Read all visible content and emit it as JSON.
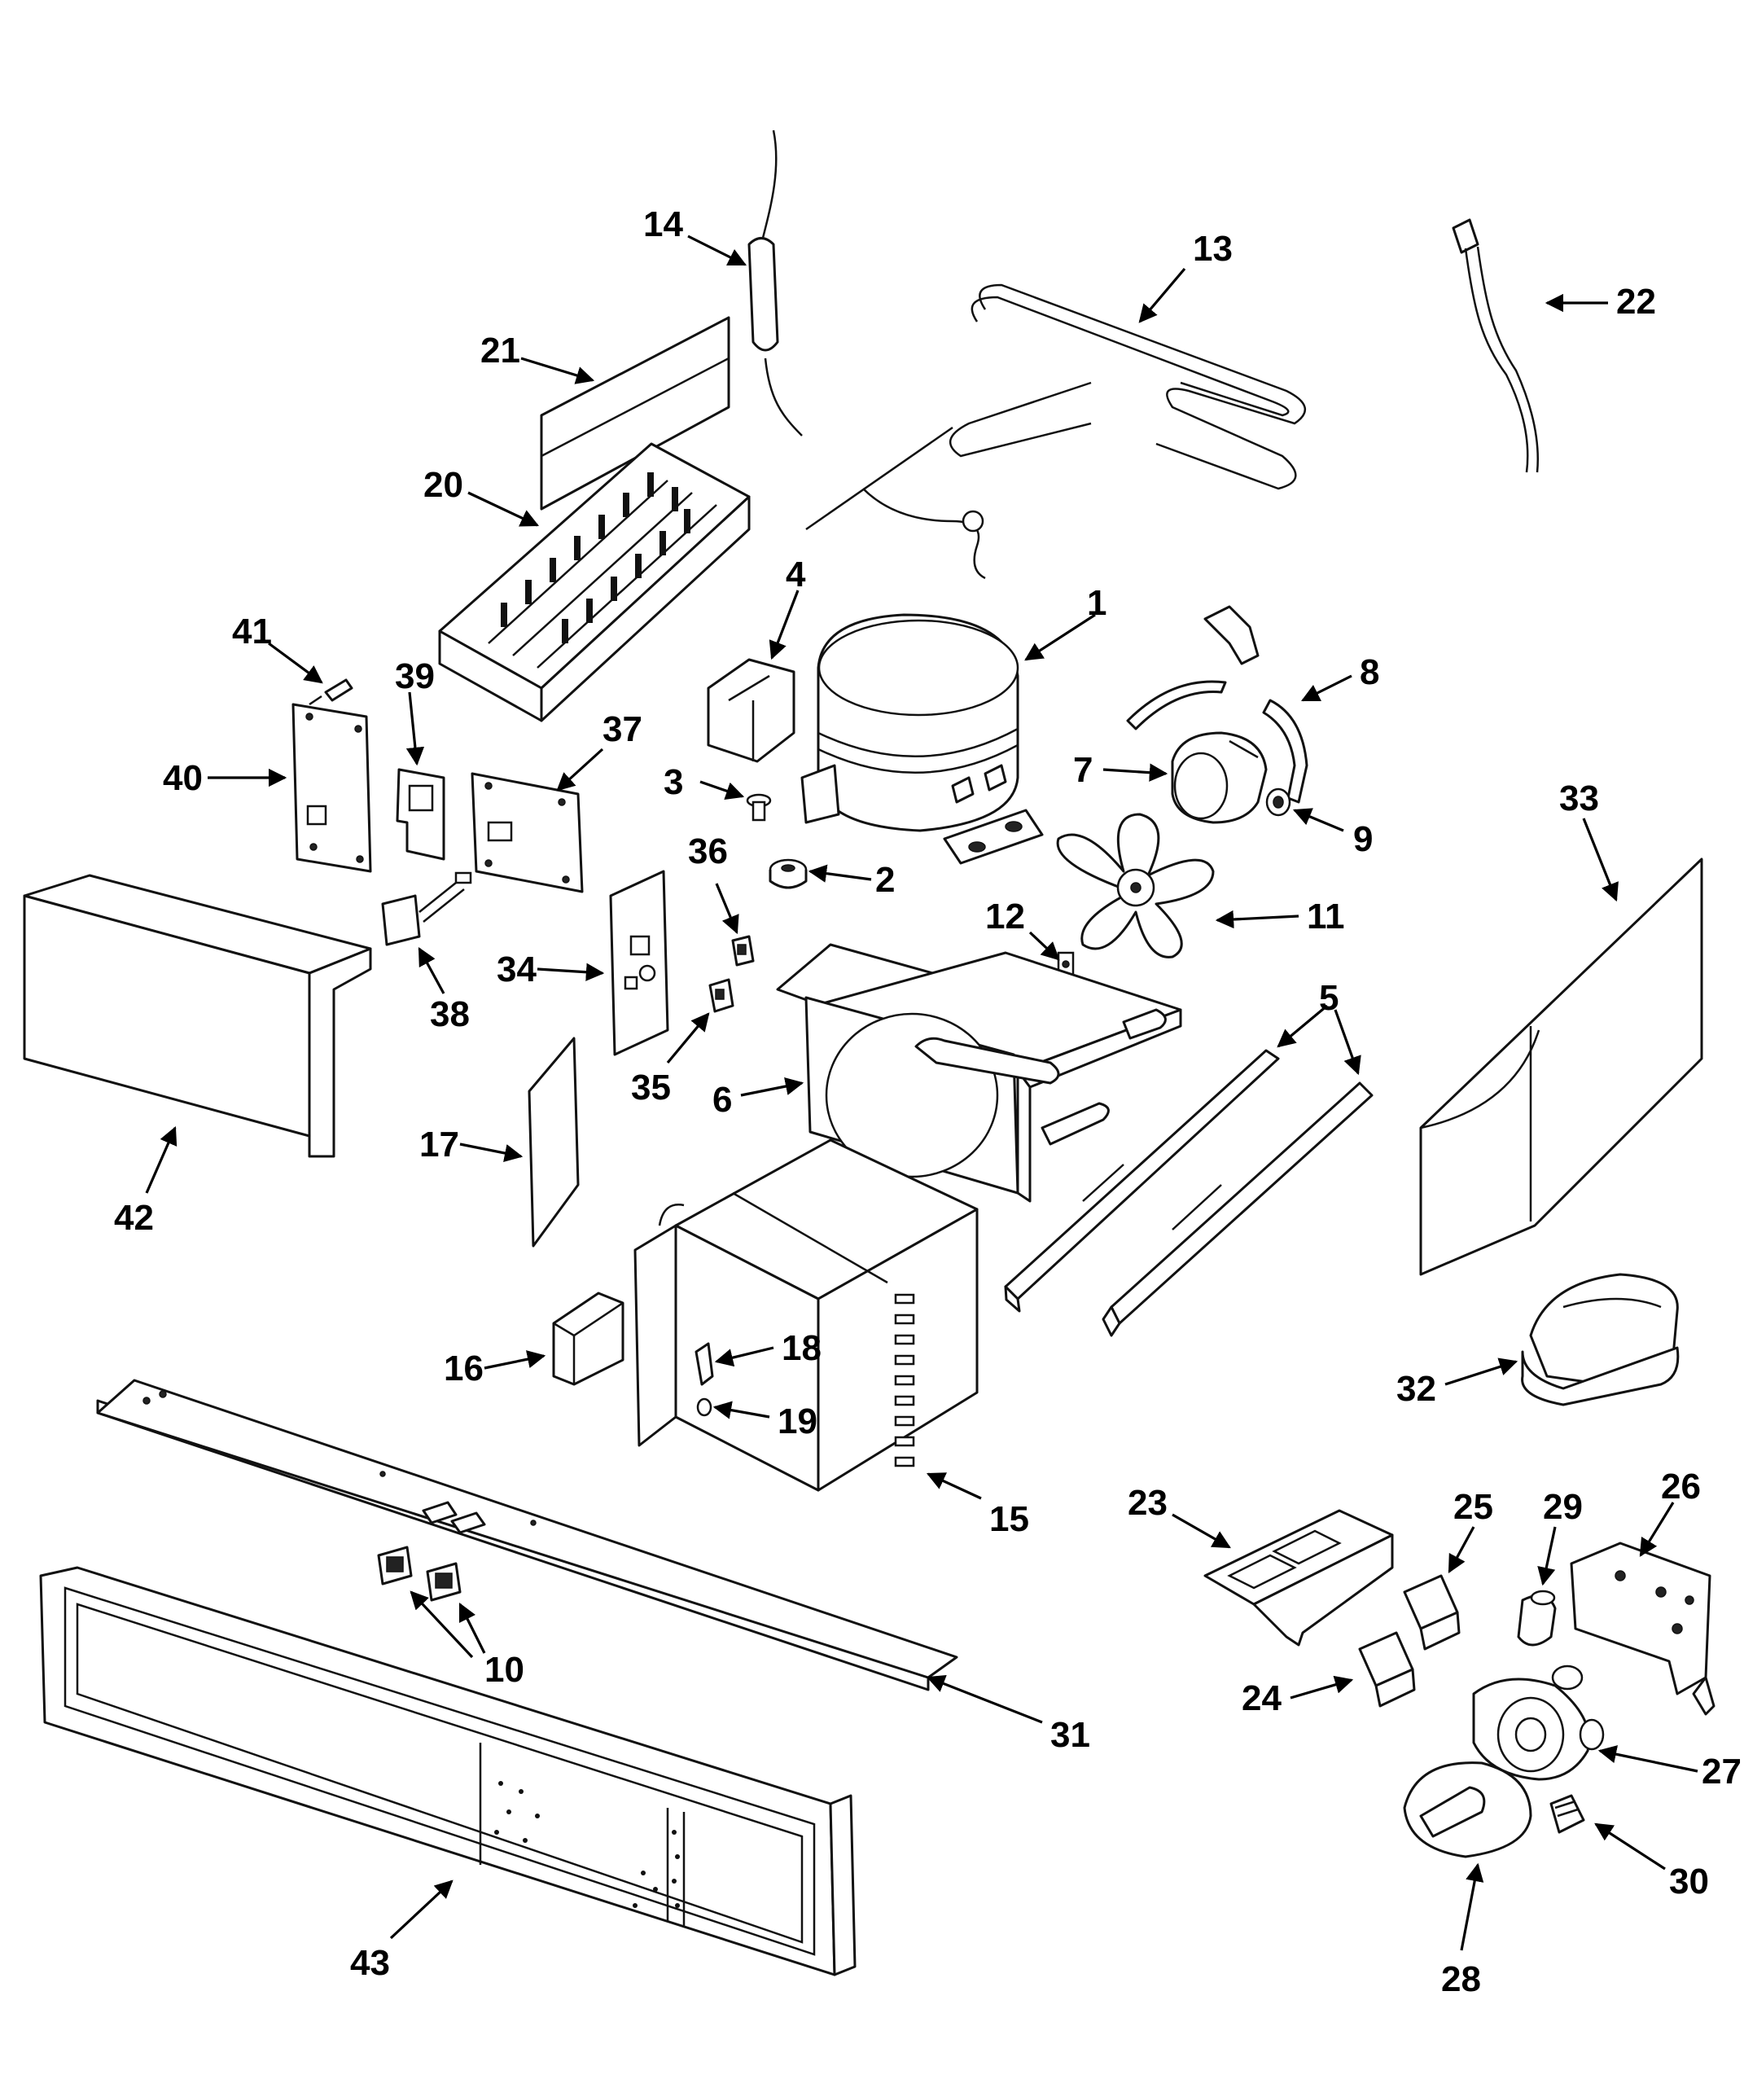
{
  "callouts": [
    {
      "id": "1",
      "label": "1"
    },
    {
      "id": "2",
      "label": "2"
    },
    {
      "id": "3",
      "label": "3"
    },
    {
      "id": "4",
      "label": "4"
    },
    {
      "id": "5",
      "label": "5"
    },
    {
      "id": "6",
      "label": "6"
    },
    {
      "id": "7",
      "label": "7"
    },
    {
      "id": "8",
      "label": "8"
    },
    {
      "id": "9",
      "label": "9"
    },
    {
      "id": "10",
      "label": "10"
    },
    {
      "id": "11",
      "label": "11"
    },
    {
      "id": "12",
      "label": "12"
    },
    {
      "id": "13",
      "label": "13"
    },
    {
      "id": "14",
      "label": "14"
    },
    {
      "id": "15",
      "label": "15"
    },
    {
      "id": "16",
      "label": "16"
    },
    {
      "id": "17",
      "label": "17"
    },
    {
      "id": "18",
      "label": "18"
    },
    {
      "id": "19",
      "label": "19"
    },
    {
      "id": "20",
      "label": "20"
    },
    {
      "id": "21",
      "label": "21"
    },
    {
      "id": "22",
      "label": "22"
    },
    {
      "id": "23",
      "label": "23"
    },
    {
      "id": "24",
      "label": "24"
    },
    {
      "id": "25",
      "label": "25"
    },
    {
      "id": "26",
      "label": "26"
    },
    {
      "id": "27",
      "label": "27"
    },
    {
      "id": "28",
      "label": "28"
    },
    {
      "id": "29",
      "label": "29"
    },
    {
      "id": "30",
      "label": "30"
    },
    {
      "id": "31",
      "label": "31"
    },
    {
      "id": "32",
      "label": "32"
    },
    {
      "id": "33",
      "label": "33"
    },
    {
      "id": "34",
      "label": "34"
    },
    {
      "id": "35",
      "label": "35"
    },
    {
      "id": "36",
      "label": "36"
    },
    {
      "id": "37",
      "label": "37"
    },
    {
      "id": "38",
      "label": "38"
    },
    {
      "id": "39",
      "label": "39"
    },
    {
      "id": "40",
      "label": "40"
    },
    {
      "id": "41",
      "label": "41"
    },
    {
      "id": "42",
      "label": "42"
    },
    {
      "id": "43",
      "label": "43"
    }
  ]
}
